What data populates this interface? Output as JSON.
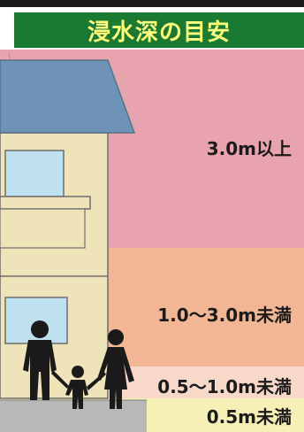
{
  "header": {
    "title": "浸水深の目安"
  },
  "bands": [
    {
      "label": "3.0m以上",
      "color": "#e9a3ae"
    },
    {
      "label": "1.0～3.0m未満",
      "color": "#f3b695"
    },
    {
      "label": "0.5～1.0m未満",
      "color": "#f8d8c8"
    },
    {
      "label": "0.5m未満",
      "color": "#f6f0b7"
    }
  ],
  "colors": {
    "header_bg": "#1a7a32",
    "header_text": "#ffff7a",
    "house_wall": "#efe3b9",
    "roof": "#6f93b8",
    "window": "#bfe0ef",
    "ground": "#b8b8b8",
    "person": "#1a1a1a"
  },
  "icons": [
    "house-illustration",
    "family-silhouette-icon"
  ]
}
